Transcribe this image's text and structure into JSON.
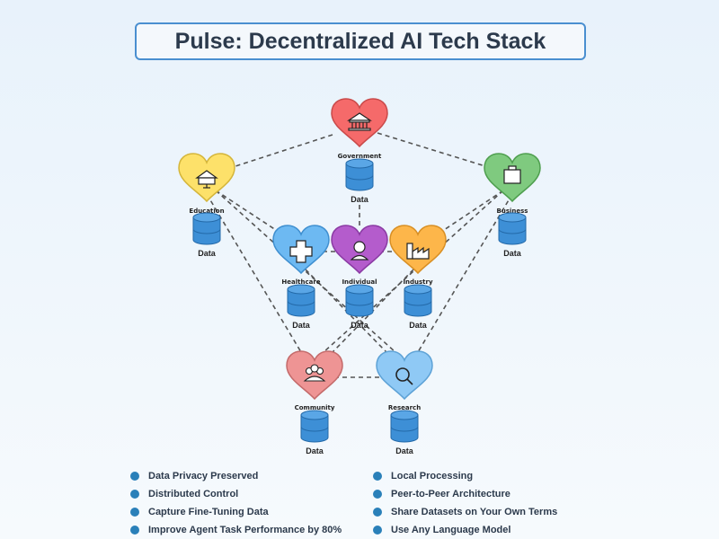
{
  "title": "Pulse: Decentralized AI Tech Stack",
  "colors": {
    "government": "#f56a6a",
    "education": "#fde16a",
    "business": "#7fca7f",
    "healthcare": "#6db9f2",
    "individual": "#b45ccc",
    "industry": "#fdb64a",
    "community": "#ee9494",
    "research": "#8fc9f5",
    "data": "#3d8fd6",
    "bullet": "#2a80b9"
  },
  "nodes": [
    {
      "id": "government",
      "label": "Government",
      "icon": "government-building-icon",
      "data_label": "Data"
    },
    {
      "id": "education",
      "label": "Education",
      "icon": "school-icon",
      "data_label": "Data"
    },
    {
      "id": "business",
      "label": "Business",
      "icon": "briefcase-icon",
      "data_label": "Data"
    },
    {
      "id": "healthcare",
      "label": "Healthcare",
      "icon": "medical-cross-icon",
      "data_label": "Data"
    },
    {
      "id": "individual",
      "label": "Individual",
      "icon": "person-icon",
      "data_label": "Data"
    },
    {
      "id": "industry",
      "label": "Industry",
      "icon": "factory-icon",
      "data_label": "Data"
    },
    {
      "id": "community",
      "label": "Community",
      "icon": "people-group-icon",
      "data_label": "Data"
    },
    {
      "id": "research",
      "label": "Research",
      "icon": "magnifier-icon",
      "data_label": "Data"
    }
  ],
  "features": [
    "Data Privacy Preserved",
    "Local Processing",
    "Distributed Control",
    "Peer-to-Peer Architecture",
    "Capture Fine-Tuning Data",
    "Share Datasets on Your Own Terms",
    "Improve Agent Task Performance by 80%",
    "Use Any Language Model"
  ]
}
